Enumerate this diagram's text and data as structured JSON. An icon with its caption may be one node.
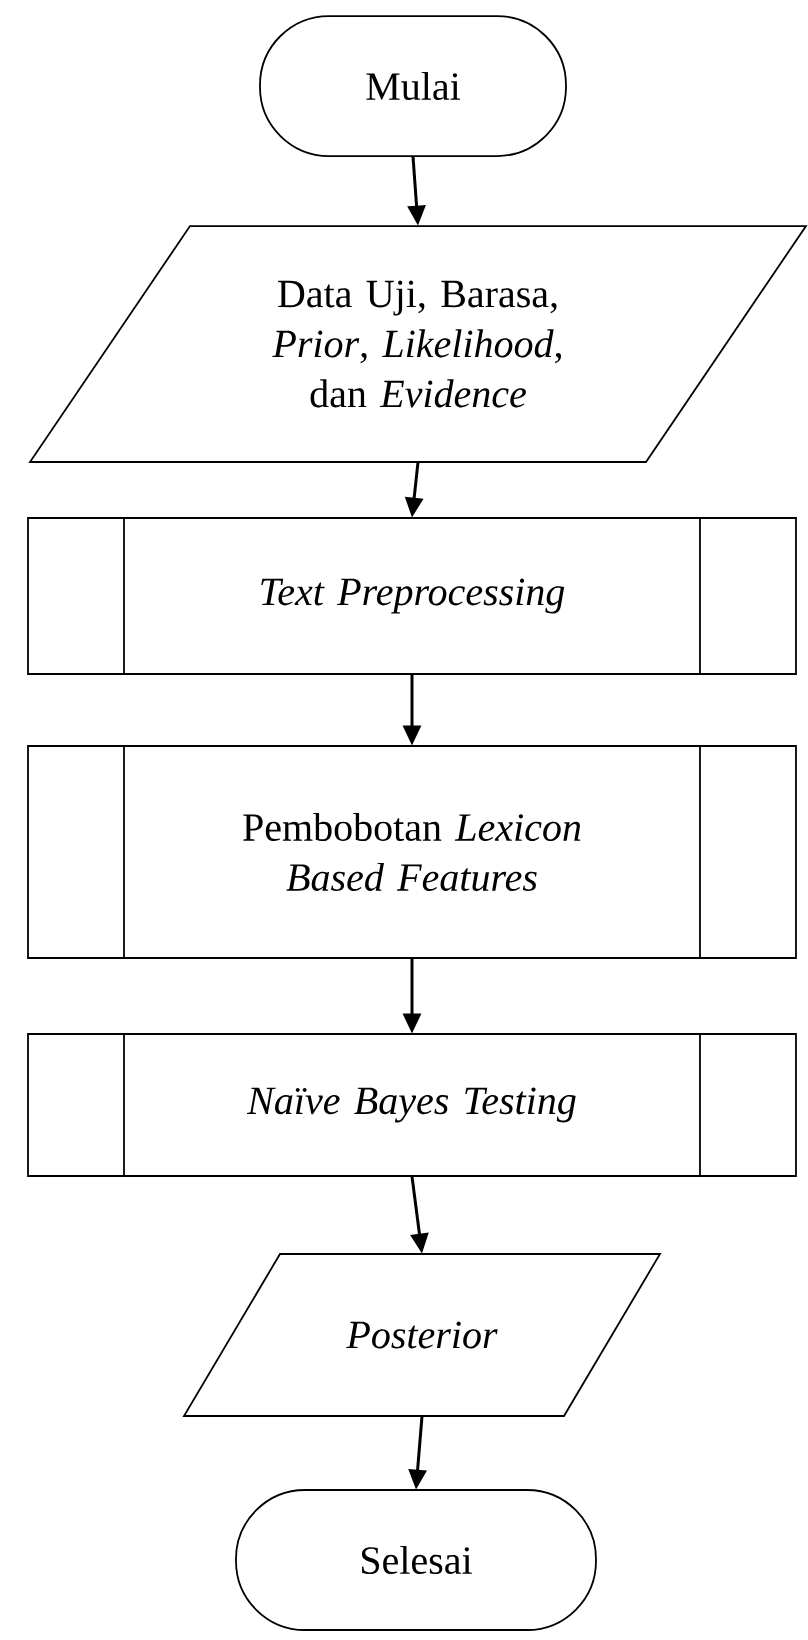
{
  "diagram": {
    "nodes": [
      {
        "text": [
          "Mulai"
        ]
      },
      {
        "text": [
          "Data Uji, Barasa, *Prior*, *Likelihood*, dan *Evidence*"
        ]
      },
      {
        "text": [
          "Text Preprocessing"
        ]
      },
      {
        "text": [
          "Pembobotan *Lexicon Based Features*"
        ]
      },
      {
        "text": [
          "Naïve Bayes Testing"
        ]
      },
      {
        "text": [
          "Posterior"
        ]
      },
      {
        "text": [
          "Selesai"
        ]
      }
    ],
    "edges": [
      {
        "from": 0,
        "to": 1,
        "arrow": "to"
      },
      {
        "from": 1,
        "to": 2,
        "arrow": "to"
      },
      {
        "from": 2,
        "to": 3,
        "arrow": "to"
      },
      {
        "from": 3,
        "to": 4,
        "arrow": "to"
      },
      {
        "from": 4,
        "to": 5,
        "arrow": "to"
      },
      {
        "from": 5,
        "to": 6,
        "arrow": "to"
      }
    ]
  }
}
